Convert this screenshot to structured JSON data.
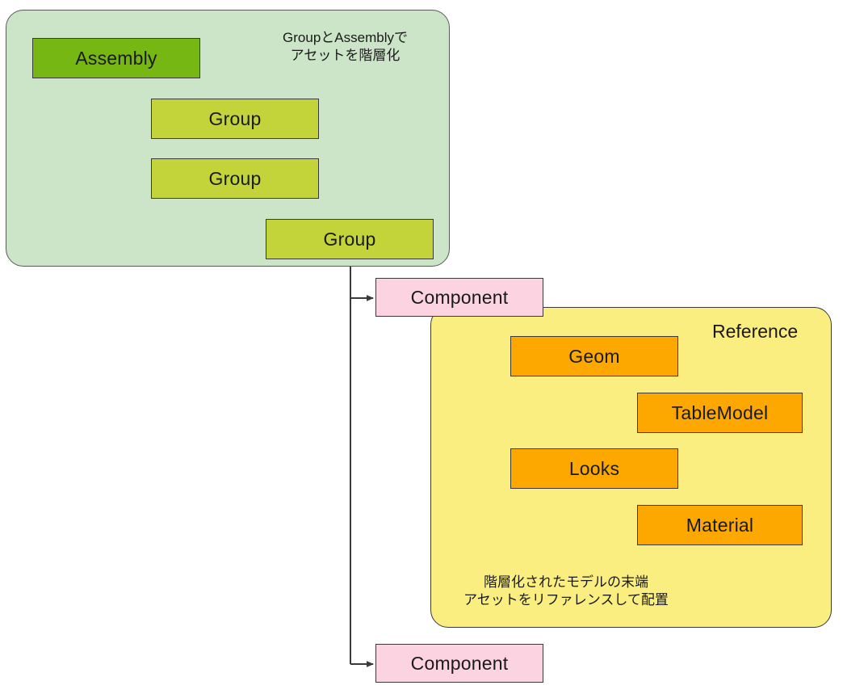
{
  "diagram": {
    "title": "Asset hierarchy diagram",
    "colors": {
      "green_container": "#cce5c8",
      "yellow_container": "#fbee80",
      "assembly": "#76b713",
      "group": "#c3d43b",
      "component": "#fbd3e1",
      "orange_node": "#fca800",
      "stroke": "#3a3a3a"
    },
    "green_container": {
      "caption": "GroupとAssemblyで\nアセットを階層化",
      "nodes": [
        {
          "label": "Assembly",
          "kind": "assembly"
        },
        {
          "label": "Group",
          "kind": "group"
        },
        {
          "label": "Group",
          "kind": "group"
        },
        {
          "label": "Group",
          "kind": "group"
        }
      ]
    },
    "components": [
      {
        "label": "Component"
      },
      {
        "label": "Component"
      }
    ],
    "yellow_container": {
      "title": "Reference",
      "caption": "階層化されたモデルの末端\nアセットをリファレンスして配置",
      "nodes": [
        {
          "label": "Geom",
          "kind": "orange"
        },
        {
          "label": "TableModel",
          "kind": "orange"
        },
        {
          "label": "Looks",
          "kind": "orange"
        },
        {
          "label": "Material",
          "kind": "orange"
        }
      ]
    }
  }
}
